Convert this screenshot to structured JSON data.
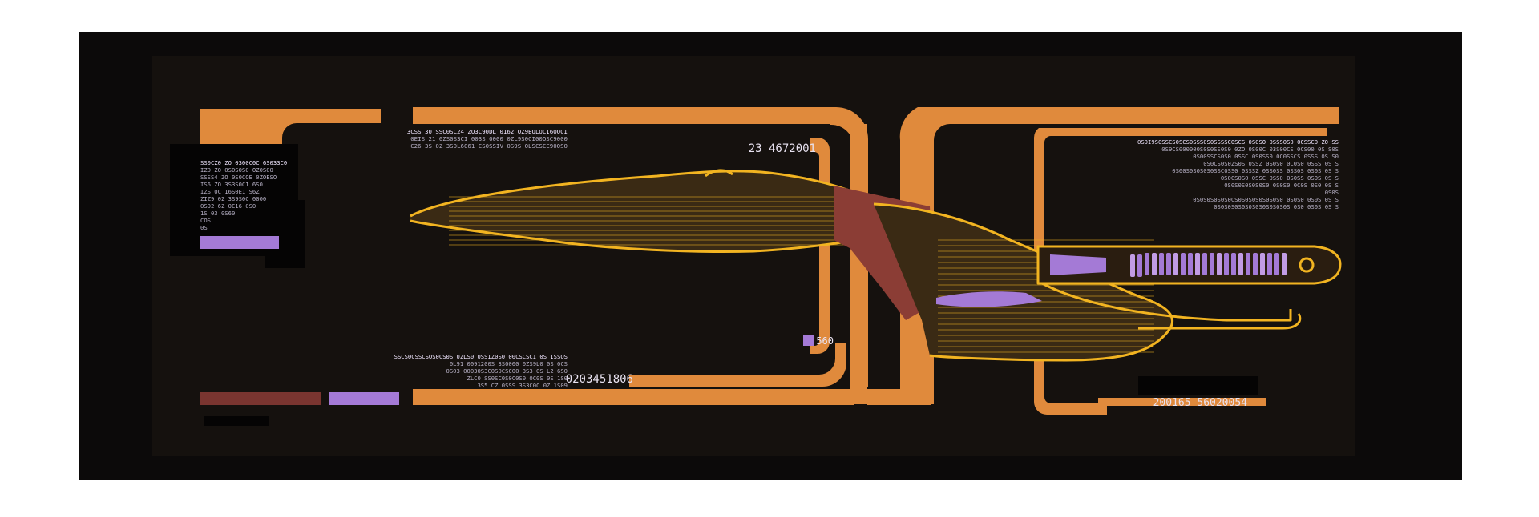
{
  "colors": {
    "paper": "#ffffff",
    "panel": "#0c0a0a",
    "panel_inner": "#1e1813",
    "orange": "#e08a3c",
    "orange_dark": "#c5733a",
    "yellow": "#f2b421",
    "maroon": "#7a3530",
    "maroon_light": "#8b3d35",
    "lilac": "#a47ad6",
    "lilac_light": "#c29ce4",
    "text_dim": "#b9b3c8"
  },
  "icons": {
    "ship": "ship-schematic-icon"
  },
  "labels": {
    "top_code": "23 4672001",
    "bottom_code": "0203451806",
    "right_code": "200165 56020054",
    "small_code": "560"
  },
  "tables": {
    "top_center": [
      "3CSS 30 SSC0SC24 ZO3C90DL 0162 OZ9EOLOCI6OOCI",
      "0EIS 21 0ZS0S3CI 003S 0000 0ZL9S0CI00OSC9000",
      "C26 3S 0Z 3S0L6061 CS0SSIV 0S9S OLSCSCE90OS0"
    ],
    "left_block": [
      "SS0CZ0 ZO 0300C0C 6S033C0",
      "IZ0 ZO 0S0S0S0 OZ0S00",
      "SSSS4 ZO 0S0COE 0ZOESO",
      "IS6 ZO 3S3S0CI 6S0",
      "IZS 0C 16S0E1 S6Z",
      "ZIZ9 0Z 3S9S0C 0000",
      "0S02 6Z 0C16 0S0",
      "1S 03 0S60",
      "COS",
      "0S"
    ],
    "bottom_center": [
      "SSCS0CSSCSOS0CS0S 0ZLS0 0SSIZ0S0 00CSCSCI 0S ISSOS",
      "0L91 0091200S 3S0000 0ZS9L0 0S 0CS",
      "0S03 00030S3C0S0CSC00 3S3 0S L2 6S0",
      "ZLC0 SS0SC0S0C0S0 0C0S 0S 1S0",
      "3S5 CZ 0SSS 3S3C0C 0Z 1S09"
    ],
    "right_block": [
      "0S0I9S0SSCS0SCS0SSS0S0SSSSC0SCS 0S0SO 0SSS0S0 0CSSC0 ZO SS",
      "0S9CS000000S0S0SS0S0 0ZO 0S00C 03S00CS 0CS00 0S S0S",
      "0S00SSCS0S0 0SSC 0S0SS0 0C0SSCS 0SSS 0S S0",
      "0S0CS0S0ZS0S 0SSZ 0S0S0 0C0S0 0SSS 0S S",
      "0S00S0S0S0S0SSC0SS0 0SSSZ 0SS0SS 0SS0S 0S0S 0S S",
      "0S0CS0S0 0SSC 0SS0 0S0SS 0S0S 0S S",
      "0S0S0S0S0S0S0 0S0S0 0C0S 0S0 0S S",
      "0S0S",
      "0S0S0S0S0S0CS0S0S0S0S0S0S0 0S0S0 0S0S 0S S",
      "0S0S0S0S0S0S0S0S0S0S0S 0S0 0S0S 0S S"
    ]
  }
}
